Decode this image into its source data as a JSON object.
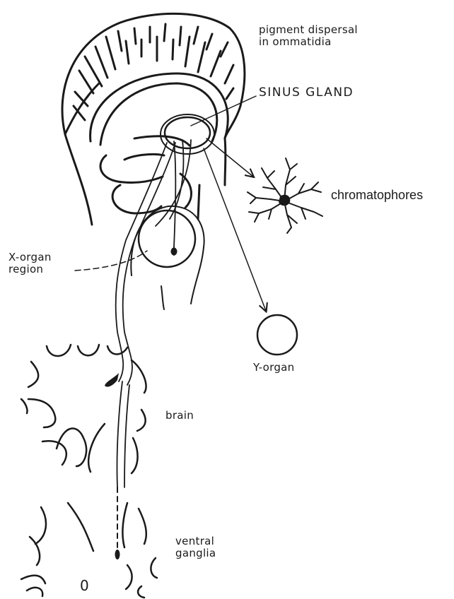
{
  "labels": {
    "pigment_line1": "pigment dispersal",
    "pigment_line2": "in ommatidia",
    "sinus_gland": "SINUS GLAND",
    "chromatophores": "chromatophores",
    "x_organ_line1": "X-organ",
    "x_organ_line2": "region",
    "y_organ": "Y-organ",
    "brain": "brain",
    "ventral_line1": "ventral",
    "ventral_line2": "ganglia",
    "bottom_mark": "0"
  },
  "colors": {
    "ink": "#1a1a1a",
    "paper": "#ffffff"
  }
}
